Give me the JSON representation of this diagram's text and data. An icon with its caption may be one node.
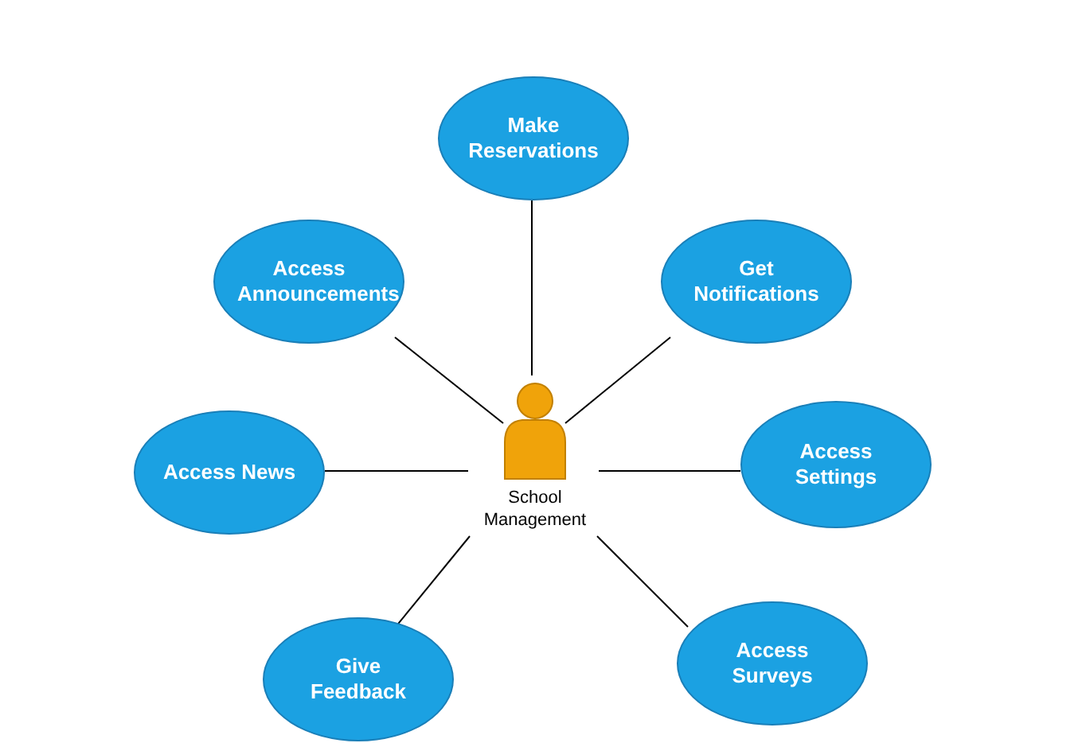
{
  "diagram": {
    "nodes": [
      {
        "text": [
          "Make Reservations"
        ]
      },
      {
        "text": [
          "Access Announcements"
        ]
      },
      {
        "text": [
          "Get Notifications"
        ]
      },
      {
        "text": [
          "School Management"
        ]
      },
      {
        "text": [
          "Access News"
        ]
      },
      {
        "text": [
          "Access Settings"
        ]
      },
      {
        "text": [
          "Give Feedback"
        ]
      },
      {
        "text": [
          "Access Surveys"
        ]
      }
    ],
    "edges": [
      {
        "from": 3,
        "to": 0,
        "arrow": "none"
      },
      {
        "from": 3,
        "to": 1,
        "arrow": "none"
      },
      {
        "from": 3,
        "to": 2,
        "arrow": "none"
      },
      {
        "from": 3,
        "to": 4,
        "arrow": "none"
      },
      {
        "from": 3,
        "to": 5,
        "arrow": "none"
      },
      {
        "from": 3,
        "to": 6,
        "arrow": "none"
      },
      {
        "from": 3,
        "to": 7,
        "arrow": "none"
      }
    ]
  }
}
